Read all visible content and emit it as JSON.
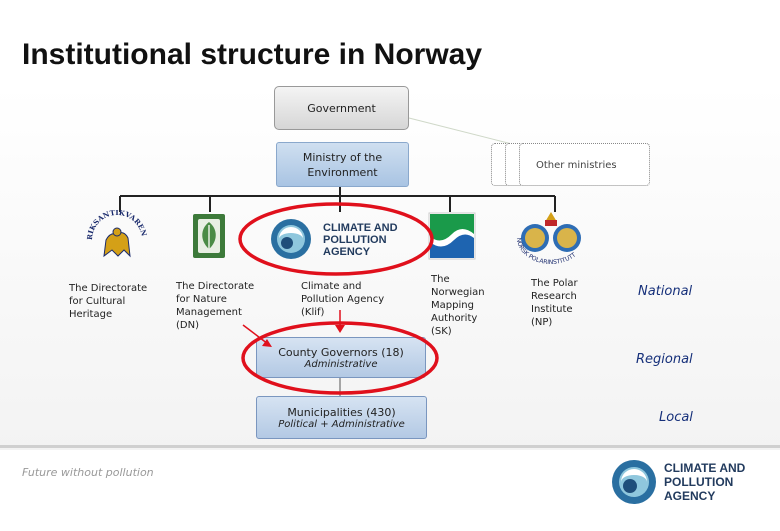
{
  "title": "Institutional structure in Norway",
  "government": "Government",
  "ministry": "Ministry of the Environment",
  "other_ministries": "Other ministries",
  "agencies": [
    {
      "name": "The Directorate for Cultural Heritage",
      "logo": "riksantikvaren-lion-logo"
    },
    {
      "name": "The Directorate for Nature Management (DN)",
      "logo": "dn-leaf-logo"
    },
    {
      "name": "Climate and Pollution Agency (Klif)",
      "logo": "klif-logo"
    },
    {
      "name": "The Norwegian Mapping Authority (SK)",
      "logo": "wave-logo"
    },
    {
      "name": "The Polar Research Institute (NP)",
      "logo": "norsk-polarinstitutt-logo"
    }
  ],
  "klif_logo_lines": [
    "CLIMATE AND",
    "POLLUTION",
    "AGENCY"
  ],
  "riksantikvaren_text": "RIKSANTIKVAREN",
  "polar_logo_text": "NORSK POLARINSTITUTT",
  "county": {
    "name": "County Governors (18)",
    "role": "Administrative"
  },
  "municipalities": {
    "name": "Municipalities (430)",
    "role": "Political + Administrative"
  },
  "levels": [
    "National",
    "Regional",
    "Local"
  ],
  "footer_text": "Future without pollution",
  "colors": {
    "highlight": "#e0101c",
    "level_text": "#16307a",
    "box_blue": "#b3c9e4"
  }
}
